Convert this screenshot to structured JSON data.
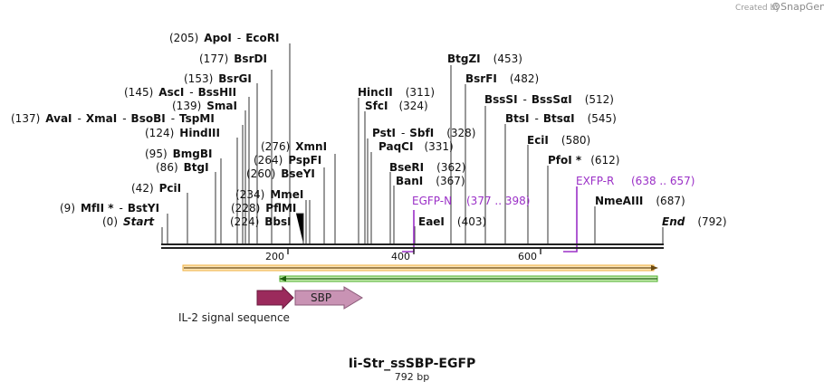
{
  "credit": {
    "prefix": "Created by",
    "brand": "SnapGene"
  },
  "title": "Ii-Str_ssSBP-EGFP",
  "length_label": "792 bp",
  "sequence_length": 792,
  "ruler_ticks": [
    "200",
    "400",
    "600"
  ],
  "sites": [
    {
      "pos": "(205)",
      "names": [
        "ApoI",
        "EcoRI"
      ]
    },
    {
      "pos": "(177)",
      "names": [
        "BsrDI"
      ]
    },
    {
      "pos": "(153)",
      "names": [
        "BsrGI"
      ]
    },
    {
      "pos": "(145)",
      "names": [
        "AscI",
        "BssHII"
      ]
    },
    {
      "pos": "(139)",
      "names": [
        "SmaI"
      ]
    },
    {
      "pos": "(137)",
      "names": [
        "AvaI",
        "XmaI",
        "BsoBI",
        "TspMI"
      ]
    },
    {
      "pos": "(124)",
      "names": [
        "HindIII"
      ]
    },
    {
      "pos": "(95)",
      "names": [
        "BmgBI"
      ]
    },
    {
      "pos": "(86)",
      "names": [
        "BtgI"
      ]
    },
    {
      "pos": "(42)",
      "names": [
        "PciI"
      ]
    },
    {
      "pos": "(9)",
      "names": [
        "MfII *",
        "BstYI"
      ]
    },
    {
      "pos": "(0)",
      "names": [
        "Start"
      ]
    },
    {
      "pos": "(276)",
      "names": [
        "XmnI"
      ]
    },
    {
      "pos": "(264)",
      "names": [
        "PspFI"
      ]
    },
    {
      "pos": "(260)",
      "names": [
        "BseYI"
      ]
    },
    {
      "pos": "(234)",
      "names": [
        "MmeI"
      ]
    },
    {
      "pos": "(228)",
      "names": [
        "PflMI"
      ]
    },
    {
      "pos": "(224)",
      "names": [
        "BbsI"
      ]
    },
    {
      "pos": "(311)",
      "names": [
        "HincII"
      ]
    },
    {
      "pos": "(324)",
      "names": [
        "SfcI"
      ]
    },
    {
      "pos": "(328)",
      "names": [
        "PstI",
        "SbfI"
      ]
    },
    {
      "pos": "(331)",
      "names": [
        "PaqCI"
      ]
    },
    {
      "pos": "(362)",
      "names": [
        "BseRI"
      ]
    },
    {
      "pos": "(367)",
      "names": [
        "BanI"
      ]
    },
    {
      "pos": "(403)",
      "names": [
        "EaeI"
      ]
    },
    {
      "pos": "(453)",
      "names": [
        "BtgZI"
      ]
    },
    {
      "pos": "(482)",
      "names": [
        "BsrFI"
      ]
    },
    {
      "pos": "(512)",
      "names": [
        "BssSI",
        "BssSαI"
      ]
    },
    {
      "pos": "(545)",
      "names": [
        "BtsI",
        "BtsαI"
      ]
    },
    {
      "pos": "(580)",
      "names": [
        "EciI"
      ]
    },
    {
      "pos": "(612)",
      "names": [
        "PfoI *"
      ]
    },
    {
      "pos": "(687)",
      "names": [
        "NmeAIII"
      ]
    },
    {
      "pos": "(792)",
      "names": [
        "End"
      ]
    }
  ],
  "primers": [
    {
      "name": "EGFP-N",
      "range": "(377 .. 398)",
      "color": "#9b30c7"
    },
    {
      "name": "EXFP-R",
      "range": "(638 .. 657)",
      "color": "#9b30c7"
    }
  ],
  "features": [
    {
      "label": "SBP",
      "color": "#c993b4"
    },
    {
      "label": "IL-2 signal sequence",
      "color": "#9b2a5c"
    },
    {
      "label": "",
      "color": "#f0b040"
    },
    {
      "label": "",
      "color": "#4caf2a"
    }
  ]
}
